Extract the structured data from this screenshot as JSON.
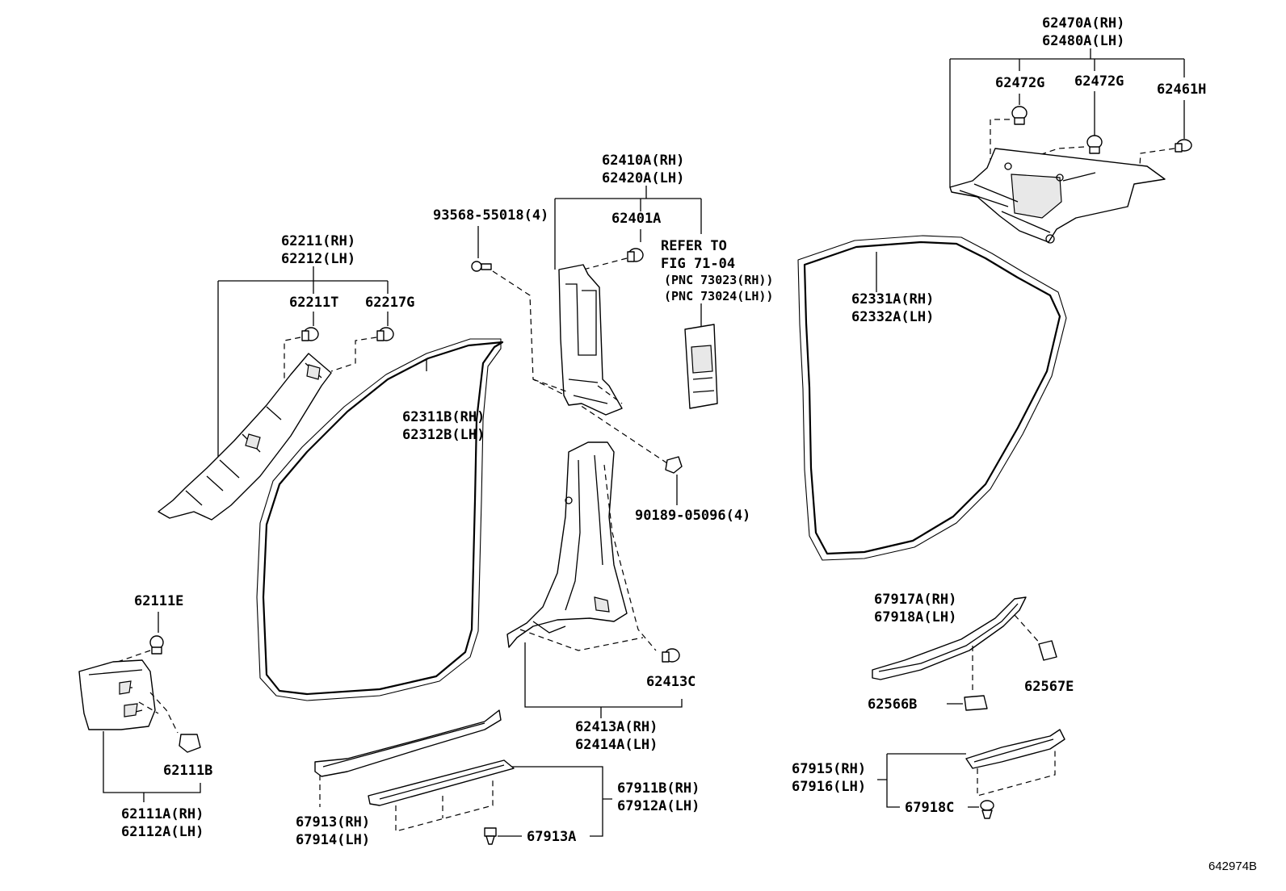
{
  "labels": {
    "l62470A": "62470A(RH)",
    "l62480A": "62480A(LH)",
    "l62472G_1": "62472G",
    "l62472G_2": "62472G",
    "l62461H": "62461H",
    "l62410A": "62410A(RH)",
    "l62420A": "62420A(LH)",
    "l93568": "93568-55018(4)",
    "l62401A": "62401A",
    "lrefer1": "REFER TO",
    "lrefer2": "FIG 71-04",
    "lpnc1": "(PNC 73023(RH))",
    "lpnc2": "(PNC 73024(LH))",
    "l62211": "62211(RH)",
    "l62212": "62212(LH)",
    "l62211T": "62211T",
    "l62217G": "62217G",
    "l62311B": "62311B(RH)",
    "l62312B": "62312B(LH)",
    "l62331A": "62331A(RH)",
    "l62332A": "62332A(LH)",
    "l90189": "90189-05096(4)",
    "l62111E": "62111E",
    "l62111B": "62111B",
    "l62111A": "62111A(RH)",
    "l62112A": "62112A(LH)",
    "l62413C": "62413C",
    "l62413A": "62413A(RH)",
    "l62414A": "62414A(LH)",
    "l67917A": "67917A(RH)",
    "l67918A": "67918A(LH)",
    "l62567E": "62567E",
    "l62566B": "62566B",
    "l67911B": "67911B(RH)",
    "l67912A": "67912A(LH)",
    "l67913": "67913(RH)",
    "l67914": "67914(LH)",
    "l67913A": "67913A",
    "l67915": "67915(RH)",
    "l67916": "67916(LH)",
    "l67918C": "67918C",
    "figcode": "642974B"
  }
}
